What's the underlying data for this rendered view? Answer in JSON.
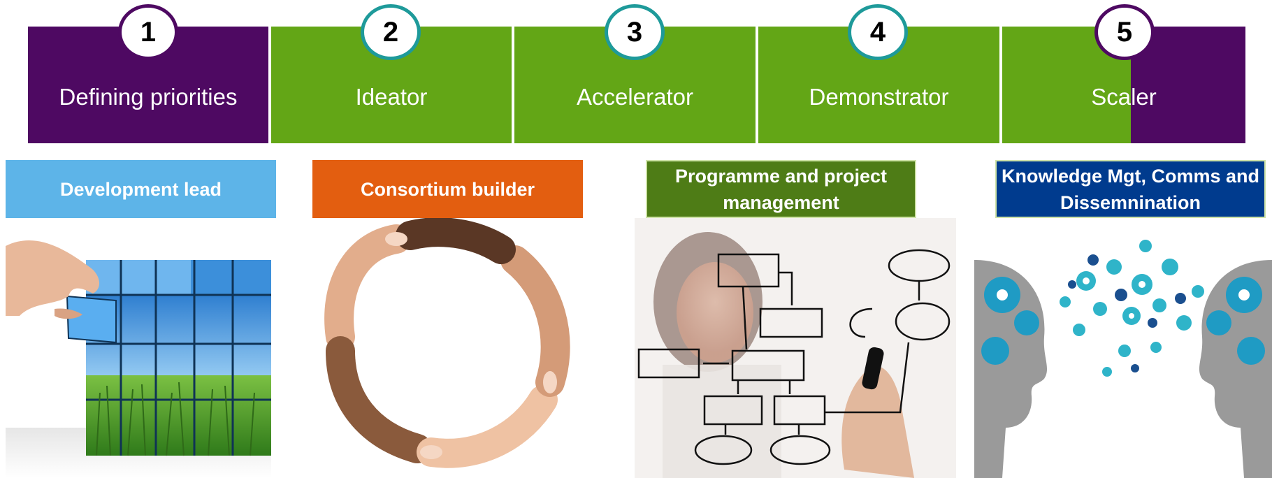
{
  "stages": [
    {
      "number": "1",
      "label": "Defining priorities"
    },
    {
      "number": "2",
      "label": "Ideator"
    },
    {
      "number": "3",
      "label": "Accelerator"
    },
    {
      "number": "4",
      "label": "Demonstrator"
    },
    {
      "number": "5",
      "label": "Scaler"
    }
  ],
  "roles": [
    {
      "label": "Development lead",
      "image": "building-blocks-image"
    },
    {
      "label": "Consortium builder",
      "image": "circle-of-hands-image"
    },
    {
      "label": "Programme and project management",
      "image": "flowchart-drawing-image"
    },
    {
      "label": "Knowledge Mgt, Comms and Dissemnination",
      "image": "gear-heads-image"
    }
  ],
  "colors": {
    "purple": "#4E0962",
    "green": "#63A616",
    "teal_ring": "#1E9A9A",
    "light_blue": "#5DB4E8",
    "orange": "#E35E10",
    "dark_green": "#4E7C16",
    "navy": "#003B8E"
  }
}
